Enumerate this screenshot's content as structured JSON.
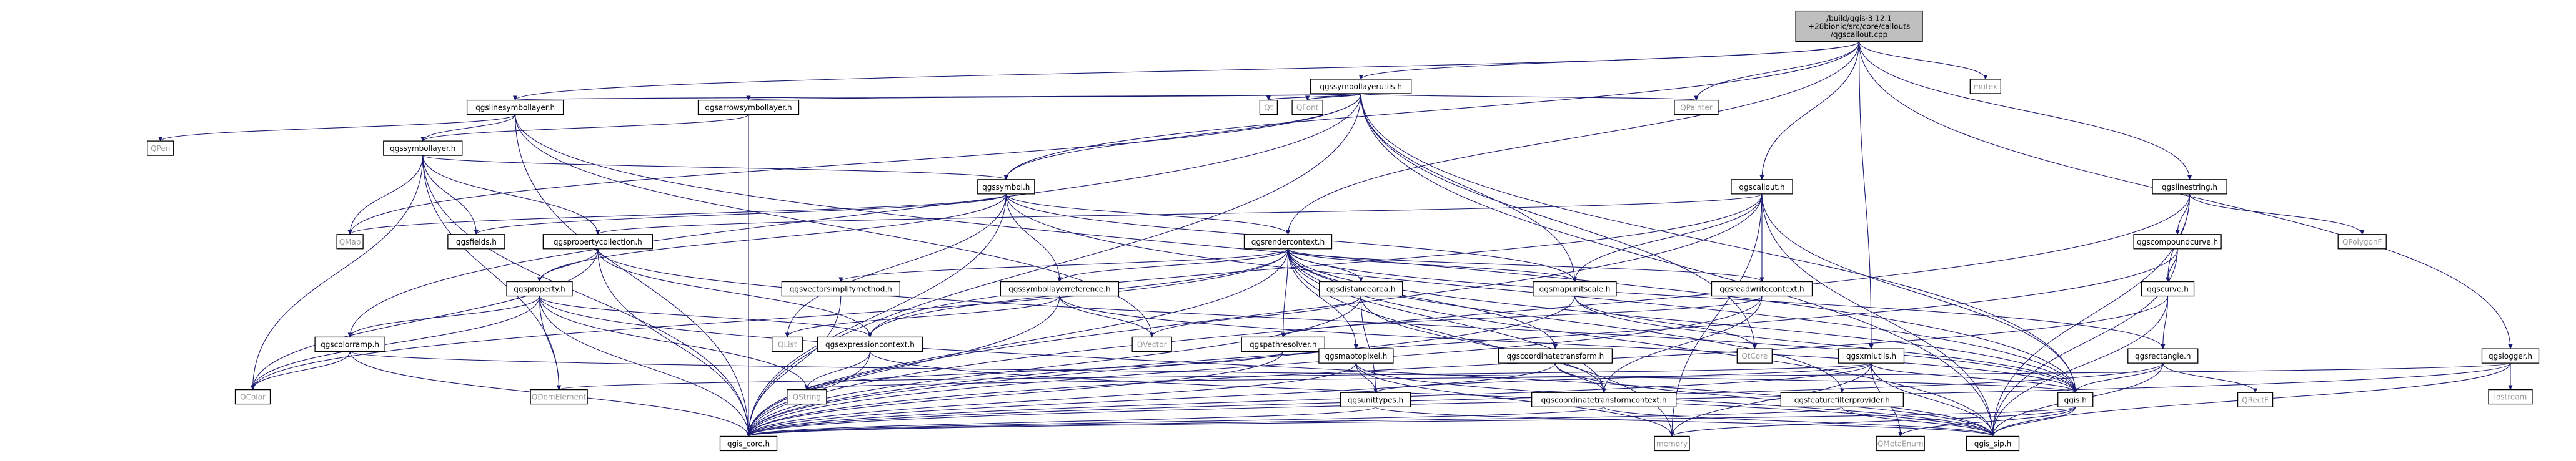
{
  "diagram_type": "include dependency graph",
  "colors": {
    "edge": "#191970",
    "root_fill": "#bfbfbf",
    "node_fill": "#ffffff",
    "node_border": "#000000",
    "red_text": "#ff0000",
    "black_text": "#000000",
    "gray_text": "#999999"
  },
  "nodes": {
    "root": {
      "lines": [
        "/build/qgis-3.12.1",
        "+28bionic/src/core/callouts",
        "/qgscallout.cpp"
      ],
      "style": "root"
    },
    "qgssymbollayerutils": {
      "lines": [
        "qgssymbollayerutils.h"
      ],
      "style": "black"
    },
    "mutex": {
      "lines": [
        "mutex"
      ],
      "style": "gray"
    },
    "qgslinesymbollayer": {
      "lines": [
        "qgslinesymbollayer.h"
      ],
      "style": "black"
    },
    "qgsarrowsymbollayer": {
      "lines": [
        "qgsarrowsymbollayer.h"
      ],
      "style": "black"
    },
    "qt": {
      "lines": [
        "Qt"
      ],
      "style": "gray"
    },
    "qfont": {
      "lines": [
        "QFont"
      ],
      "style": "gray"
    },
    "qpainter": {
      "lines": [
        "QPainter"
      ],
      "style": "gray"
    },
    "qpen": {
      "lines": [
        "QPen"
      ],
      "style": "gray"
    },
    "qgssymbollayer": {
      "lines": [
        "qgssymbollayer.h"
      ],
      "style": "red"
    },
    "qgssymbol": {
      "lines": [
        "qgssymbol.h"
      ],
      "style": "black"
    },
    "qgscallout": {
      "lines": [
        "qgscallout.h"
      ],
      "style": "black"
    },
    "qgslinestring": {
      "lines": [
        "qgslinestring.h"
      ],
      "style": "black"
    },
    "qmap": {
      "lines": [
        "QMap"
      ],
      "style": "gray"
    },
    "qgsfields": {
      "lines": [
        "qgsfields.h"
      ],
      "style": "red"
    },
    "qgspropertycollection": {
      "lines": [
        "qgspropertycollection.h"
      ],
      "style": "red"
    },
    "qgsrendercontext": {
      "lines": [
        "qgsrendercontext.h"
      ],
      "style": "black"
    },
    "qgscompoundcurve": {
      "lines": [
        "qgscompoundcurve.h"
      ],
      "style": "black"
    },
    "qpolygonf": {
      "lines": [
        "QPolygonF"
      ],
      "style": "gray"
    },
    "qgsproperty": {
      "lines": [
        "qgsproperty.h"
      ],
      "style": "red"
    },
    "qgsvectorsimplifymethod": {
      "lines": [
        "qgsvectorsimplifymethod.h"
      ],
      "style": "red"
    },
    "qgssymbollayerreference": {
      "lines": [
        "qgssymbollayerreference.h"
      ],
      "style": "red"
    },
    "qgsdistancearea": {
      "lines": [
        "qgsdistancearea.h"
      ],
      "style": "red"
    },
    "qgsmapunitscale": {
      "lines": [
        "qgsmapunitscale.h"
      ],
      "style": "black"
    },
    "qgsreadwritecontext": {
      "lines": [
        "qgsreadwritecontext.h"
      ],
      "style": "red"
    },
    "qgscurve": {
      "lines": [
        "qgscurve.h"
      ],
      "style": "red"
    },
    "qgscolorramp": {
      "lines": [
        "qgscolorramp.h"
      ],
      "style": "red"
    },
    "qlist": {
      "lines": [
        "QList"
      ],
      "style": "gray"
    },
    "qgsexpressioncontext": {
      "lines": [
        "qgsexpressioncontext.h"
      ],
      "style": "red"
    },
    "qvector": {
      "lines": [
        "QVector"
      ],
      "style": "gray"
    },
    "qgspathresolver": {
      "lines": [
        "qgspathresolver.h"
      ],
      "style": "red"
    },
    "qgsmaptopixel": {
      "lines": [
        "qgsmaptopixel.h"
      ],
      "style": "red"
    },
    "qgscoordinatetransform": {
      "lines": [
        "qgscoordinatetransform.h"
      ],
      "style": "red"
    },
    "qtcore": {
      "lines": [
        "QtCore"
      ],
      "style": "gray"
    },
    "qgsxmlutils": {
      "lines": [
        "qgsxmlutils.h"
      ],
      "style": "black"
    },
    "qgsrectangle": {
      "lines": [
        "qgsrectangle.h"
      ],
      "style": "red"
    },
    "qgslogger": {
      "lines": [
        "qgslogger.h"
      ],
      "style": "red"
    },
    "qcolor": {
      "lines": [
        "QColor"
      ],
      "style": "gray"
    },
    "qdomelement": {
      "lines": [
        "QDomElement"
      ],
      "style": "gray"
    },
    "qstring": {
      "lines": [
        "QString"
      ],
      "style": "gray"
    },
    "qgsunittypes": {
      "lines": [
        "qgsunittypes.h"
      ],
      "style": "red"
    },
    "qgscoordinatetransformcontext": {
      "lines": [
        "qgscoordinatetransformcontext.h"
      ],
      "style": "red"
    },
    "qgsfeaturefilterprovider": {
      "lines": [
        "qgsfeaturefilterprovider.h"
      ],
      "style": "red"
    },
    "qgis": {
      "lines": [
        "qgis.h"
      ],
      "style": "red"
    },
    "qrectf": {
      "lines": [
        "QRectF"
      ],
      "style": "gray"
    },
    "iostream": {
      "lines": [
        "iostream"
      ],
      "style": "gray"
    },
    "qgis_core": {
      "lines": [
        "qgis_core.h"
      ],
      "style": "black"
    },
    "memory": {
      "lines": [
        "memory"
      ],
      "style": "gray"
    },
    "qmetaenum": {
      "lines": [
        "QMetaEnum"
      ],
      "style": "gray"
    },
    "qgis_sip": {
      "lines": [
        "qgis_sip.h"
      ],
      "style": "black"
    }
  },
  "edges": [
    [
      "root",
      "qgssymbollayerutils"
    ],
    [
      "root",
      "mutex"
    ],
    [
      "root",
      "qpainter"
    ],
    [
      "root",
      "qgscallout"
    ],
    [
      "root",
      "qgslinestring"
    ],
    [
      "root",
      "qgslogger"
    ],
    [
      "root",
      "qgsrendercontext"
    ],
    [
      "root",
      "qgsxmlutils"
    ],
    [
      "root",
      "qgssymbol"
    ],
    [
      "root",
      "qgslinesymbollayer"
    ],
    [
      "qgssymbollayerutils",
      "qgslinesymbollayer"
    ],
    [
      "qgssymbollayerutils",
      "qgsarrowsymbollayer"
    ],
    [
      "qgssymbollayerutils",
      "qt"
    ],
    [
      "qgssymbollayerutils",
      "qfont"
    ],
    [
      "qgssymbollayerutils",
      "qpainter"
    ],
    [
      "qgssymbollayerutils",
      "qgssymbol"
    ],
    [
      "qgssymbollayerutils",
      "qgsmapunitscale"
    ],
    [
      "qgssymbollayerutils",
      "qgis"
    ],
    [
      "qgssymbollayerutils",
      "qgis_core"
    ],
    [
      "qgssymbollayerutils",
      "qtcore"
    ],
    [
      "qgssymbollayerutils",
      "qgscolorramp"
    ],
    [
      "qgssymbollayerutils",
      "qgis_sip"
    ],
    [
      "qgssymbollayerutils",
      "qmap"
    ],
    [
      "qgslinesymbollayer",
      "qpen"
    ],
    [
      "qgslinesymbollayer",
      "qgssymbollayer"
    ],
    [
      "qgslinesymbollayer",
      "qvector"
    ],
    [
      "qgslinesymbollayer",
      "qgis_core"
    ],
    [
      "qgslinesymbollayer",
      "qgis"
    ],
    [
      "qgsarrowsymbollayer",
      "qgssymbollayer"
    ],
    [
      "qgsarrowsymbollayer",
      "qgis_core"
    ],
    [
      "qgssymbollayer",
      "qgssymbol"
    ],
    [
      "qgssymbollayer",
      "qmap"
    ],
    [
      "qgssymbollayer",
      "qgsfields"
    ],
    [
      "qgssymbollayer",
      "qgspropertycollection"
    ],
    [
      "qgssymbollayer",
      "qcolor"
    ],
    [
      "qgssymbollayer",
      "qdomelement"
    ],
    [
      "qgssymbollayer",
      "qgis_core"
    ],
    [
      "qgssymbol",
      "qmap"
    ],
    [
      "qgssymbol",
      "qgsfields"
    ],
    [
      "qgssymbol",
      "qgsrendercontext"
    ],
    [
      "qgssymbol",
      "qgssymbollayerreference"
    ],
    [
      "qgssymbol",
      "qgsproperty"
    ],
    [
      "qgssymbol",
      "qlist"
    ],
    [
      "qgssymbol",
      "qgsmapunitscale"
    ],
    [
      "qgssymbol",
      "qgis"
    ],
    [
      "qgssymbol",
      "qgis_core"
    ],
    [
      "qgscallout",
      "qgspropertycollection"
    ],
    [
      "qgscallout",
      "qgsmapunitscale"
    ],
    [
      "qgscallout",
      "qgsreadwritecontext"
    ],
    [
      "qgscallout",
      "qgsexpressioncontext"
    ],
    [
      "qgscallout",
      "qgis"
    ],
    [
      "qgscallout",
      "qgis_core"
    ],
    [
      "qgscallout",
      "qgis_sip"
    ],
    [
      "qgscallout",
      "memory"
    ],
    [
      "qgslinestring",
      "qgscompoundcurve"
    ],
    [
      "qgslinestring",
      "qpolygonf"
    ],
    [
      "qgslinestring",
      "qgscurve"
    ],
    [
      "qgslinestring",
      "qgis_core"
    ],
    [
      "qgslinestring",
      "qgis_sip"
    ],
    [
      "qgspropertycollection",
      "qgsproperty"
    ],
    [
      "qgspropertycollection",
      "qgsexpressioncontext"
    ],
    [
      "qgspropertycollection",
      "qgis_core"
    ],
    [
      "qgspropertycollection",
      "qgis"
    ],
    [
      "qgspropertycollection",
      "qcolor"
    ],
    [
      "qgsrendercontext",
      "qgsvectorsimplifymethod"
    ],
    [
      "qgsrendercontext",
      "qgssymbollayerreference"
    ],
    [
      "qgsrendercontext",
      "qgsdistancearea"
    ],
    [
      "qgsrendercontext",
      "qgsmapunitscale"
    ],
    [
      "qgsrendercontext",
      "qgsreadwritecontext"
    ],
    [
      "qgsrendercontext",
      "qgsexpressioncontext"
    ],
    [
      "qgsrendercontext",
      "qgspathresolver"
    ],
    [
      "qgsrendercontext",
      "qgsmaptopixel"
    ],
    [
      "qgsrendercontext",
      "qgscoordinatetransform"
    ],
    [
      "qgsrendercontext",
      "qgscoordinatetransformcontext"
    ],
    [
      "qgsrendercontext",
      "qgsfeaturefilterprovider"
    ],
    [
      "qgsrendercontext",
      "qgsrectangle"
    ],
    [
      "qgsrendercontext",
      "qgis_core"
    ],
    [
      "qgsrendercontext",
      "qgis_sip"
    ],
    [
      "qgsrendercontext",
      "memory"
    ],
    [
      "qgsrendercontext",
      "qcolor"
    ],
    [
      "qgsrendercontext",
      "qgis"
    ],
    [
      "qgscompoundcurve",
      "qgscurve"
    ],
    [
      "qgscompoundcurve",
      "qgis_core"
    ],
    [
      "qgscompoundcurve",
      "qgis_sip"
    ],
    [
      "qgsproperty",
      "qcolor"
    ],
    [
      "qgsproperty",
      "qdomelement"
    ],
    [
      "qgsproperty",
      "qgis_core"
    ],
    [
      "qgsproperty",
      "qgscolorramp"
    ],
    [
      "qgsproperty",
      "qgsexpressioncontext"
    ],
    [
      "qgsproperty",
      "qstring"
    ],
    [
      "qgsproperty",
      "qgis_sip"
    ],
    [
      "qgsvectorsimplifymethod",
      "qgis_core"
    ],
    [
      "qgssymbollayerreference",
      "qgis_core"
    ],
    [
      "qgssymbollayerreference",
      "qlist"
    ],
    [
      "qgssymbollayerreference",
      "qgis"
    ],
    [
      "qgssymbollayerreference",
      "qvector"
    ],
    [
      "qgsdistancearea",
      "qgscoordinatetransformcontext"
    ],
    [
      "qgsdistancearea",
      "qgis_core"
    ],
    [
      "qgsdistancearea",
      "qvector"
    ],
    [
      "qgsdistancearea",
      "qgsunittypes"
    ],
    [
      "qgsmapunitscale",
      "qgis_core"
    ],
    [
      "qgsmapunitscale",
      "qgis"
    ],
    [
      "qgsmapunitscale",
      "qtcore"
    ],
    [
      "qgsreadwritecontext",
      "qgspathresolver"
    ],
    [
      "qgsreadwritecontext",
      "qgscoordinatetransformcontext"
    ],
    [
      "qgsreadwritecontext",
      "qgis_core"
    ],
    [
      "qgscurve",
      "qgis_core"
    ],
    [
      "qgscurve",
      "qgis_sip"
    ],
    [
      "qgscurve",
      "qgsrectangle"
    ],
    [
      "qgscolorramp",
      "qcolor"
    ],
    [
      "qgscolorramp",
      "qgis_core"
    ],
    [
      "qgscolorramp",
      "qgis"
    ],
    [
      "qgsexpressioncontext",
      "qstring"
    ],
    [
      "qgsexpressioncontext",
      "qgis_core"
    ],
    [
      "qgsexpressioncontext",
      "qgis_sip"
    ],
    [
      "qgspathresolver",
      "qgis_core"
    ],
    [
      "qgspathresolver",
      "qstring"
    ],
    [
      "qgsmaptopixel",
      "qgsunittypes"
    ],
    [
      "qgsmaptopixel",
      "qgis_core"
    ],
    [
      "qgsmaptopixel",
      "qgis_sip"
    ],
    [
      "qgsmaptopixel",
      "memory"
    ],
    [
      "qgscoordinatetransform",
      "qgscoordinatetransformcontext"
    ],
    [
      "qgscoordinatetransform",
      "qgis_core"
    ],
    [
      "qgscoordinatetransform",
      "qgis_sip"
    ],
    [
      "qgsxmlutils",
      "qdomelement"
    ],
    [
      "qgsxmlutils",
      "qgis_core"
    ],
    [
      "qgsxmlutils",
      "qgis"
    ],
    [
      "qgsxmlutils",
      "qgsunittypes"
    ],
    [
      "qgsxmlutils",
      "memory"
    ],
    [
      "qgsxmlutils",
      "qmetaenum"
    ],
    [
      "qgsxmlutils",
      "qgis_sip"
    ],
    [
      "qgsrectangle",
      "qgis_core"
    ],
    [
      "qgsrectangle",
      "qrectf"
    ],
    [
      "qgsrectangle",
      "qgis"
    ],
    [
      "qgsrectangle",
      "qgis_sip"
    ],
    [
      "qgslogger",
      "iostream"
    ],
    [
      "qgslogger",
      "qgis_core"
    ],
    [
      "qgslogger",
      "qgis_sip"
    ],
    [
      "qgslogger",
      "qstring"
    ],
    [
      "qgsunittypes",
      "qgis_core"
    ],
    [
      "qgsunittypes",
      "qgis_sip"
    ],
    [
      "qgscoordinatetransformcontext",
      "qgis_core"
    ],
    [
      "qgscoordinatetransformcontext",
      "qgis_sip"
    ],
    [
      "qgsfeaturefilterprovider",
      "qgis_core"
    ],
    [
      "qgsfeaturefilterprovider",
      "qgis_sip"
    ],
    [
      "qgis",
      "qgis_core"
    ],
    [
      "qgis",
      "qgis_sip"
    ],
    [
      "qgis",
      "memory"
    ],
    [
      "qgis",
      "qmetaenum"
    ]
  ]
}
